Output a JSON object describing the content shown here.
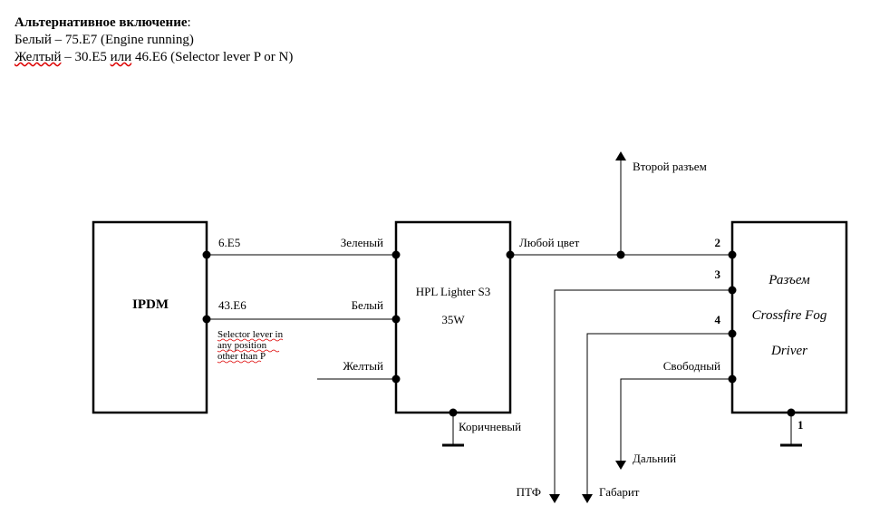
{
  "header": {
    "title": "Альтернативное включение",
    "title_suffix": ":",
    "line1": "Белый – 75.E7 (Engine running)",
    "line2_word1": "Желтый",
    "line2_mid1": " – 30.E5 ",
    "line2_word2": "или",
    "line2_rest": " 46.E6 (Selector lever P or N)"
  },
  "ipdm": {
    "label": "IPDM",
    "pin1": "6.E5",
    "pin2": "43.E6",
    "note": [
      "Selector lever in",
      "any position",
      "other than P"
    ]
  },
  "lighter": {
    "name": "HPL Lighter S3",
    "power": "35W",
    "in_green": "Зеленый",
    "in_white": "Белый",
    "in_yellow": "Желтый",
    "ground": "Коричневый",
    "out": "Любой цвет"
  },
  "branch_up": "Второй разъем",
  "connector": {
    "lines": [
      "Разъем",
      "Crossfire Fog",
      "Driver"
    ],
    "pins": [
      "2",
      "3",
      "4",
      "1"
    ],
    "free_pin": "Свободный"
  },
  "outputs": {
    "ptf": "ПТФ",
    "gabarit": "Габарит",
    "dalniy": "Дальний"
  },
  "colors": {
    "line": "#000000",
    "spellcheck": "#dd0000"
  }
}
